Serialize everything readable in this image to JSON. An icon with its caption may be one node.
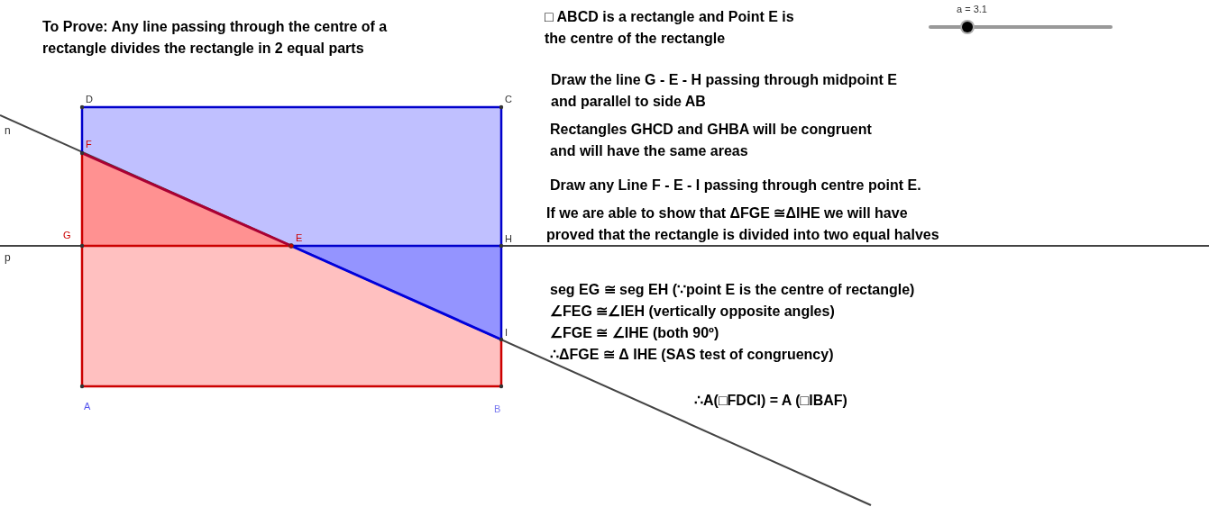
{
  "diagram": {
    "title": "To Prove: Any line passing through the centre of a rectangle divides the rectangle in 2 equal parts",
    "labels": [
      "□ ABCD is a rectangle and Point E is the centre of the rectangle",
      "a = 3.1",
      "D",
      "C",
      "Draw the line G - E - H passing through midpoint E and parallel to side AB",
      "n",
      "F",
      "Rectangles GHCD and GHBA will be congruent and will have the same areas",
      "Draw any Line F - E - I passing through centre point E.",
      "G",
      "E",
      "H",
      "If we are able to show that ΔFGE ≅ΔIHE we will have proved that the rectangle is divided into two equal halves",
      "p",
      "seg EG ≅ seg EH  (∵point E is the centre of rectangle)",
      "∠FEG ≅∠IEH (vertically opposite angles)",
      "∠FGE ≅ ∠IHE (both 90º)",
      "∴ΔFGE ≅ Δ IHE (SAS test of congruency)",
      "I",
      "A",
      "∴A(□FDCI) = A (□IBAF)",
      "B"
    ]
  }
}
